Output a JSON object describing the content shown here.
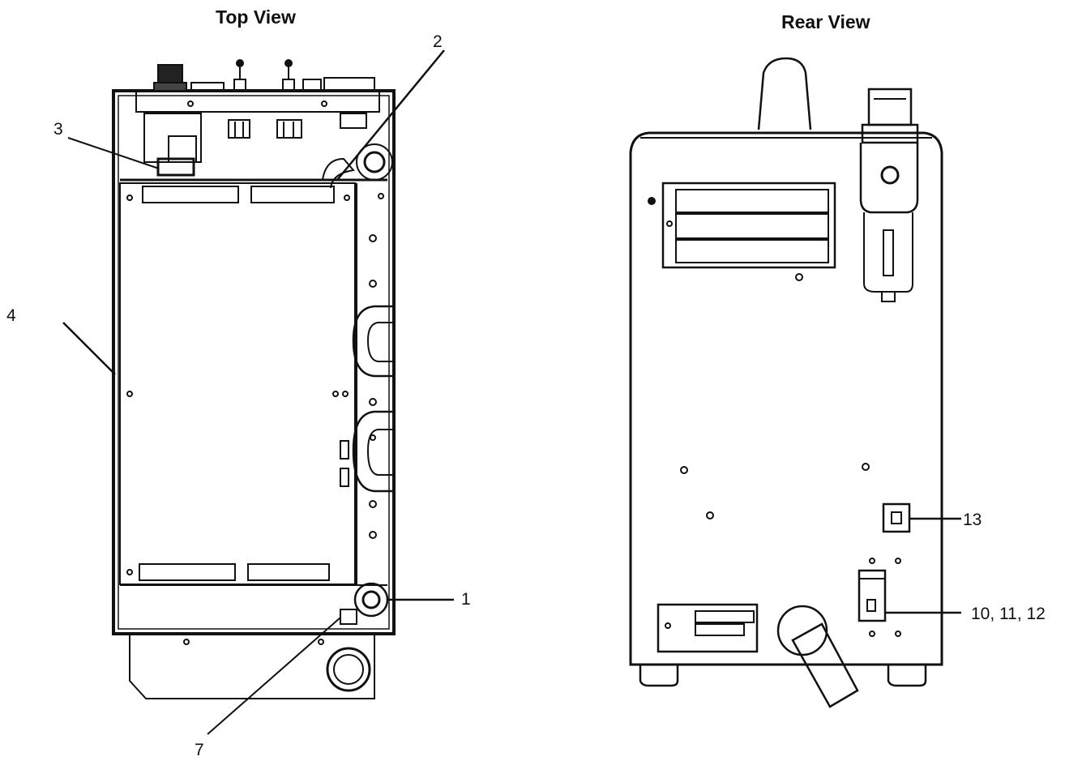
{
  "views": {
    "top_title": "Top View",
    "rear_title": "Rear View"
  },
  "callouts": {
    "c1": "1",
    "c2": "2",
    "c3": "3",
    "c4": "4",
    "c7": "7",
    "c13": "13",
    "c10_11_12": "10, 11, 12"
  },
  "colors": {
    "ink": "#111111",
    "paper": "#ffffff"
  }
}
